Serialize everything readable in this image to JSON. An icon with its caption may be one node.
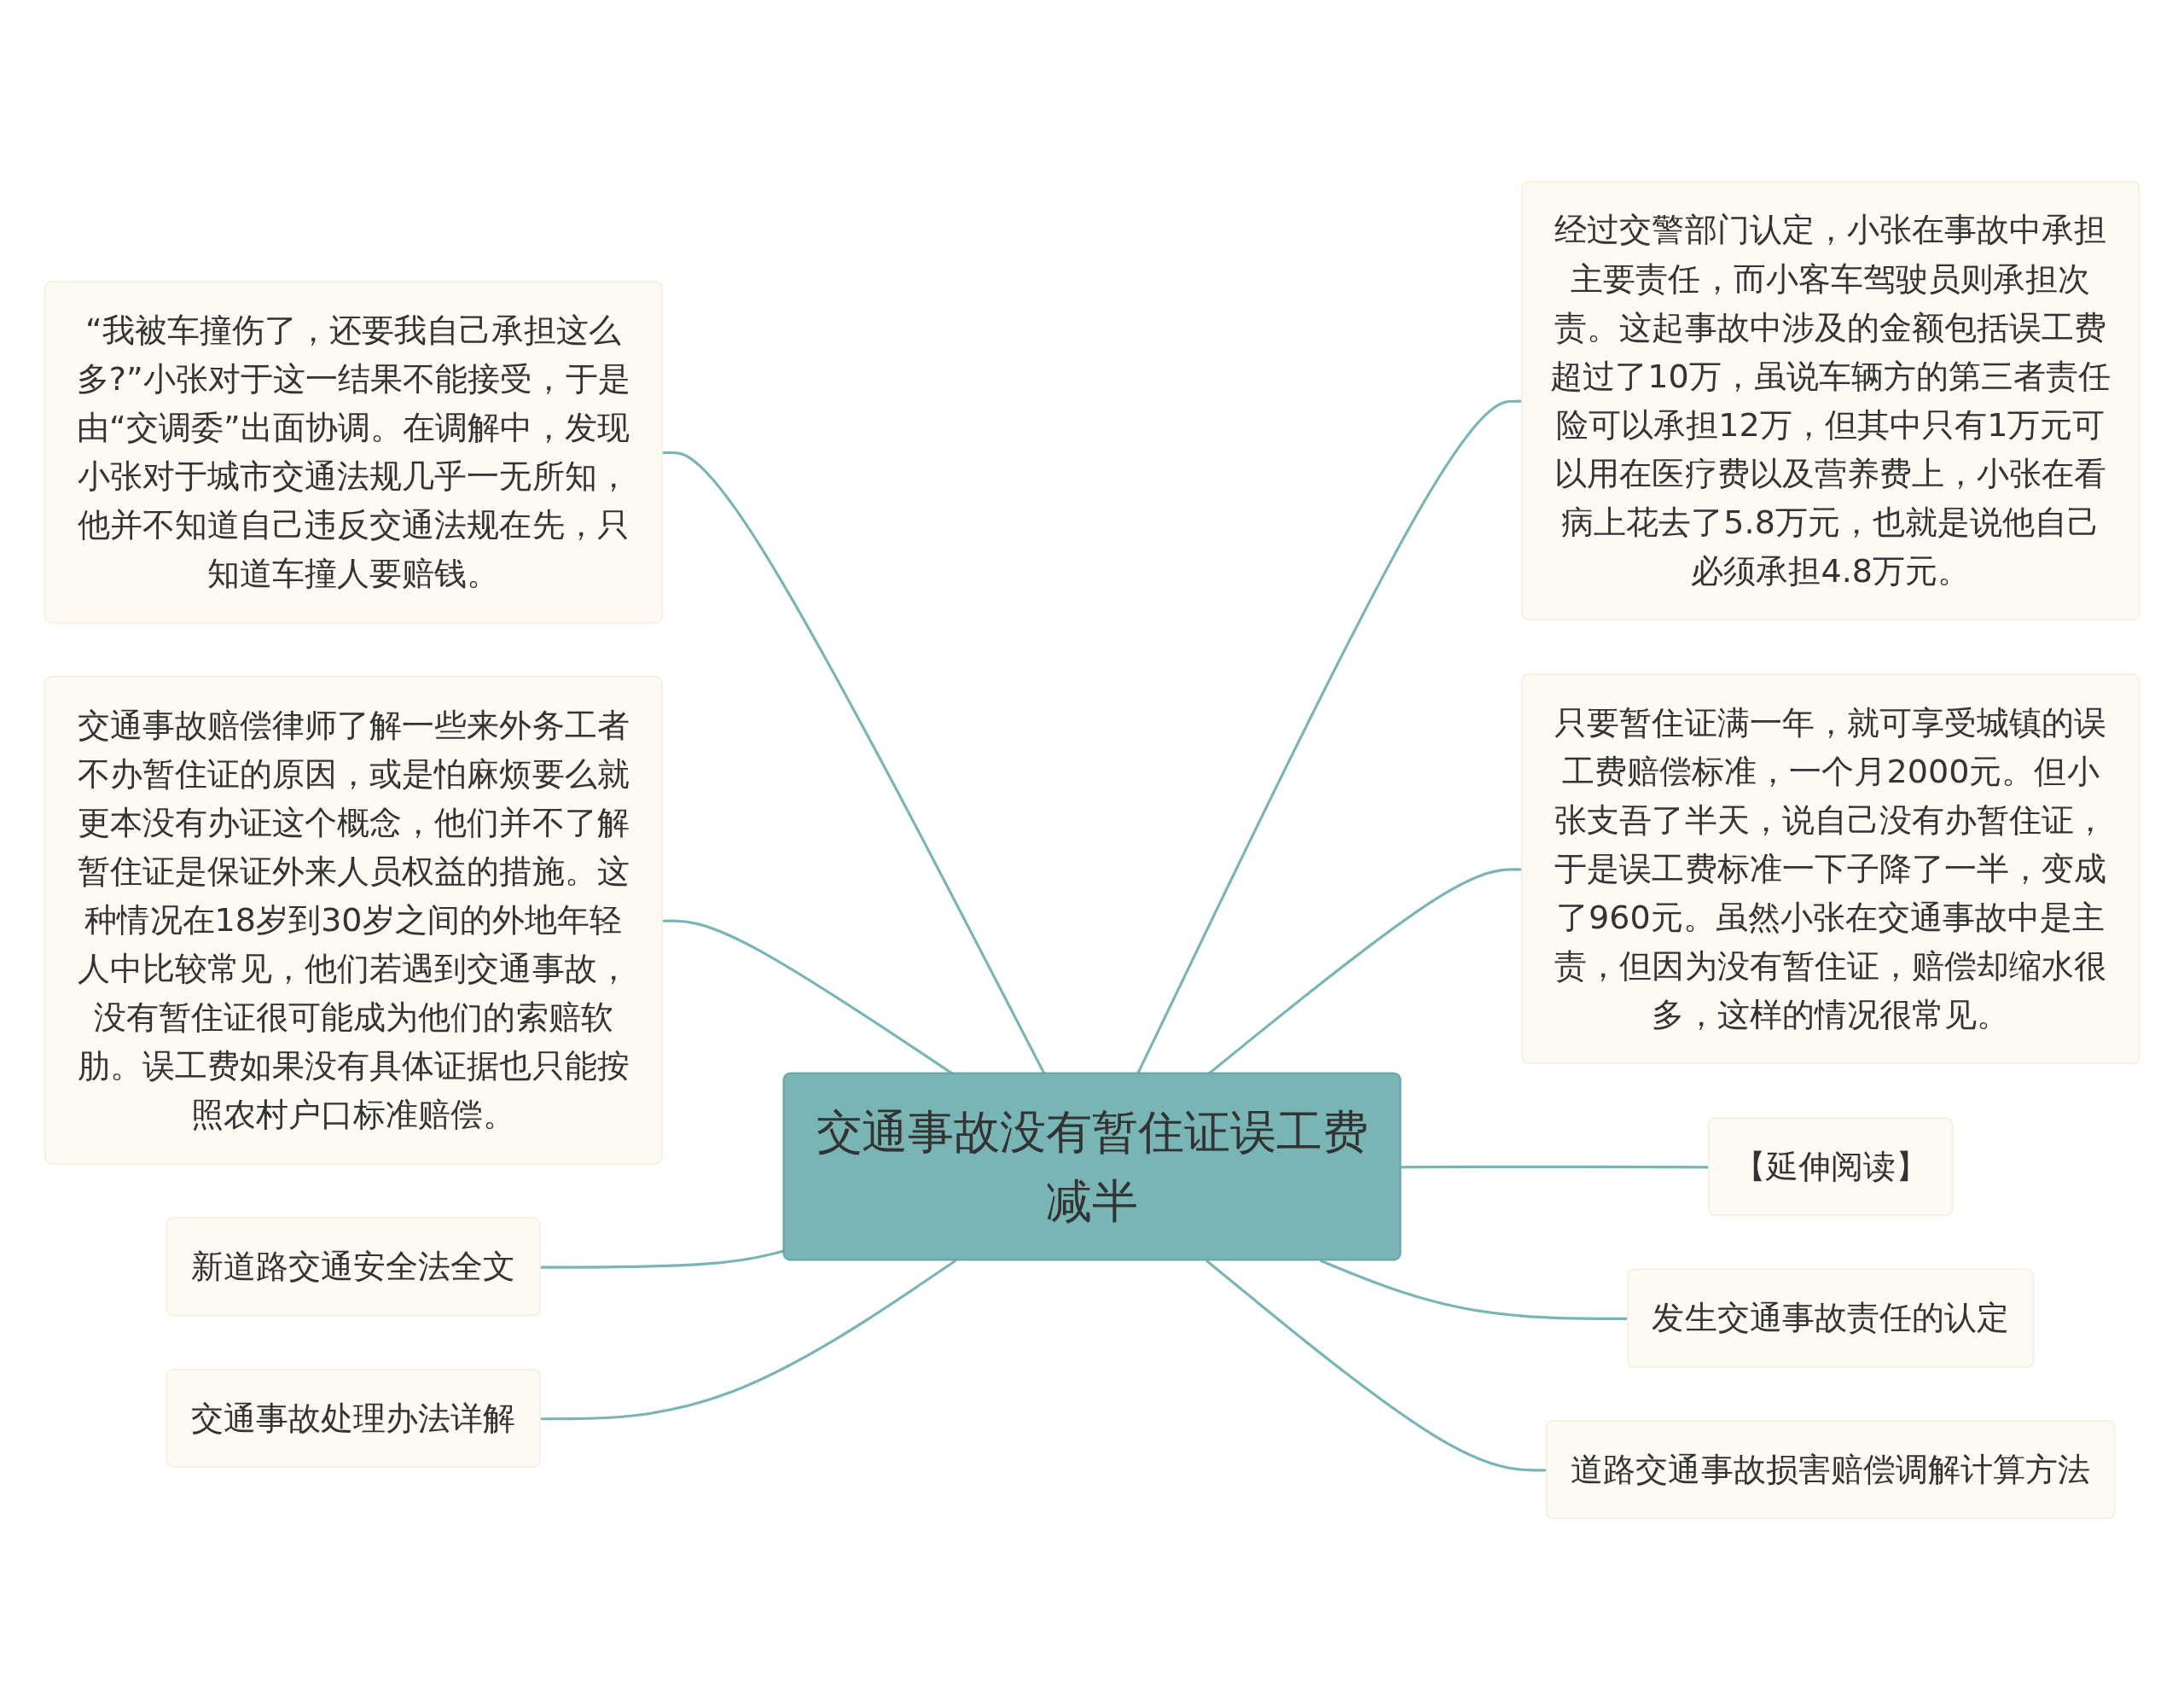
{
  "diagram": {
    "nodes": [
      {
        "text": [
          "交通事故没有暂住证误工费减半"
        ]
      },
      {
        "text": [
          "“我被车撞伤了，还要我自己承担这么多?”小张对于这一结果不能接受，于是由“交调委”出面协调。在调解中，发现小张对于城市交通法规几乎一无所知，他并不知道自己违反交通法规在先，只知道车撞人要赔钱。"
        ]
      },
      {
        "text": [
          "交通事故赔偿律师了解一些来外务工者不办暂住证的原因，或是怕麻烦要么就更本没有办证这个概念，他们并不了解暂住证是保证外来人员权益的措施。这种情况在18岁到30岁之间的外地年轻人中比较常见，他们若遇到交通事故，没有暂住证很可能成为他们的索赔软肋。误工费如果没有具体证据也只能按照农村户口标准赔偿。"
        ]
      },
      {
        "text": [
          "新道路交通安全法全文"
        ]
      },
      {
        "text": [
          "交通事故处理办法详解"
        ]
      },
      {
        "text": [
          "经过交警部门认定，小张在事故中承担主要责任，而小客车驾驶员则承担次责。这起事故中涉及的金额包括误工费超过了10万，虽说车辆方的第三者责任险可以承担12万，但其中只有1万元可以用在医疗费以及营养费上，小张在看病上花去了5.8万元，也就是说他自己必须承担4.8万元。"
        ]
      },
      {
        "text": [
          "只要暂住证满一年，就可享受城镇的误工费赔偿标准，一个月2000元。但小张支吾了半天，说自己没有办暂住证，于是误工费标准一下子降了一半，变成了960元。虽然小张在交通事故中是主责，但因为没有暂住证，赔偿却缩水很多，这样的情况很常见。"
        ]
      },
      {
        "text": [
          "【延伸阅读】"
        ]
      },
      {
        "text": [
          "发生交通事故责任的认定"
        ]
      },
      {
        "text": [
          "道路交通事故损害赔偿调解计算方法"
        ]
      }
    ],
    "edges": [
      {
        "from": 0,
        "to": 1,
        "arrow": "none"
      },
      {
        "from": 0,
        "to": 2,
        "arrow": "none"
      },
      {
        "from": 0,
        "to": 3,
        "arrow": "none"
      },
      {
        "from": 0,
        "to": 4,
        "arrow": "none"
      },
      {
        "from": 0,
        "to": 5,
        "arrow": "none"
      },
      {
        "from": 0,
        "to": 6,
        "arrow": "none"
      },
      {
        "from": 0,
        "to": 7,
        "arrow": "none"
      },
      {
        "from": 0,
        "to": 8,
        "arrow": "none"
      },
      {
        "from": 0,
        "to": 9,
        "arrow": "none"
      }
    ]
  }
}
